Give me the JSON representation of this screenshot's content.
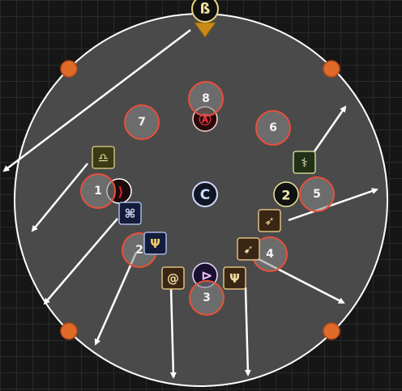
{
  "arena": {
    "spot_color": "#e06a2a",
    "marker_fill": "#888888",
    "marker_stroke": "#e8503a",
    "arrow_color": "#ffffff"
  },
  "markers": [
    {
      "label": "1"
    },
    {
      "label": "2"
    },
    {
      "label": "3"
    },
    {
      "label": "4"
    },
    {
      "label": "5"
    },
    {
      "label": "6"
    },
    {
      "label": "7"
    },
    {
      "label": "8"
    }
  ],
  "icons": {
    "boss": {
      "glyph": "C",
      "name": "boss-icon"
    },
    "top_waymark": {
      "glyph": "ß",
      "name": "waymark-b-icon"
    },
    "role_left": {
      "glyph": "⟩",
      "name": "player-left-icon"
    },
    "role_right": {
      "glyph": "2",
      "name": "player-right-icon"
    },
    "role_bottom": {
      "glyph": "⊳",
      "name": "player-bottom-icon"
    },
    "role_top": {
      "glyph": "Ⓐ",
      "name": "player-top-icon"
    },
    "job_astrologian": {
      "glyph": "♎",
      "name": "scales-job-icon"
    },
    "job_sage": {
      "glyph": "⚕",
      "name": "staff-job-icon"
    },
    "job_paladin": {
      "glyph": "⌘",
      "name": "shield-job-icon"
    },
    "job_dragoon": {
      "glyph": "Ψ",
      "name": "trident-job-icon"
    },
    "job_bard": {
      "glyph": "➶",
      "name": "bow-job-icon"
    },
    "job_machinist": {
      "glyph": "➹",
      "name": "gun-job-icon"
    },
    "job_monk": {
      "glyph": "@",
      "name": "fist-job-icon"
    },
    "job_reaper": {
      "glyph": "Ψ",
      "name": "scythe-job-icon"
    }
  }
}
